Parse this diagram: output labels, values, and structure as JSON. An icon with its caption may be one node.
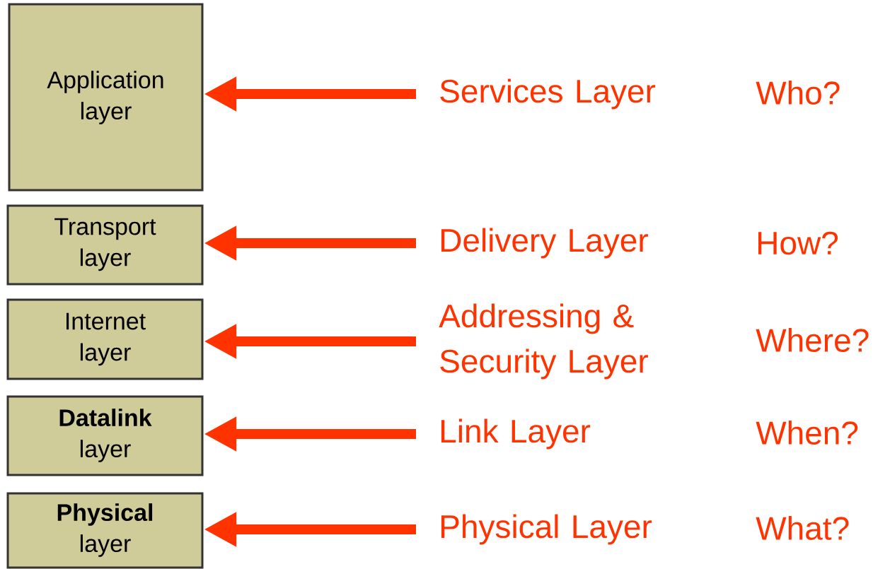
{
  "diagram": {
    "nodes": [
      {
        "text": [
          "Application layer"
        ]
      },
      {
        "text": [
          "Transport layer"
        ]
      },
      {
        "text": [
          "Internet layer"
        ]
      },
      {
        "text": [
          "**Datalink** layer"
        ]
      },
      {
        "text": [
          "**Physical** layer"
        ]
      },
      {
        "text": [
          "Services Layer"
        ]
      },
      {
        "text": [
          "Delivery Layer"
        ]
      },
      {
        "text": [
          "Addressing & Security Layer"
        ]
      },
      {
        "text": [
          "Link Layer"
        ]
      },
      {
        "text": [
          "Physical Layer"
        ]
      }
    ],
    "edges": [
      {
        "from": 5,
        "to": 0,
        "arrow": "to"
      },
      {
        "from": 6,
        "to": 1,
        "arrow": "to"
      },
      {
        "from": 7,
        "to": 2,
        "arrow": "to"
      },
      {
        "from": 8,
        "to": 3,
        "arrow": "to"
      },
      {
        "from": 9,
        "to": 4,
        "arrow": "to"
      }
    ],
    "labels": [
      "Who?",
      "How?",
      "Where?",
      "When?",
      "What?"
    ]
  }
}
